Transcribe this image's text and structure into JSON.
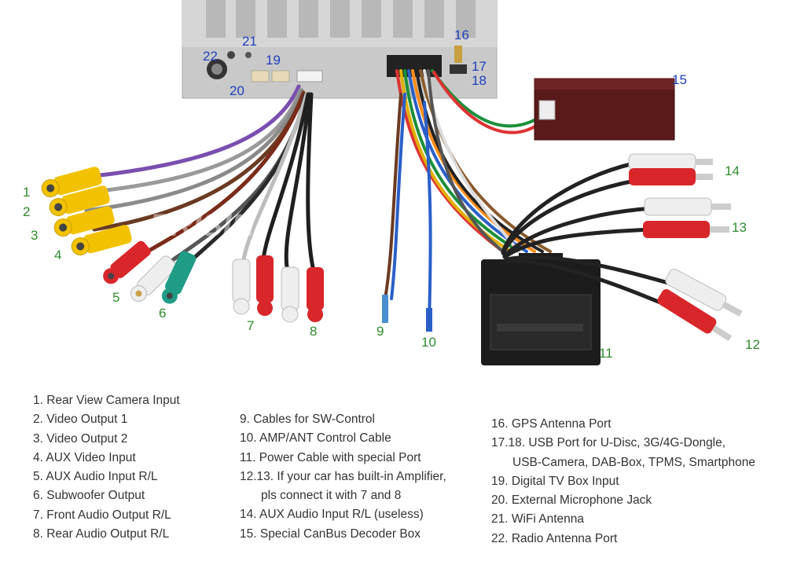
{
  "callouts": {
    "n1": "1",
    "n2": "2",
    "n3": "3",
    "n4": "4",
    "n5": "5",
    "n6": "6",
    "n7": "7",
    "n8": "8",
    "n9": "9",
    "n10": "10",
    "n11": "11",
    "n12": "12",
    "n13": "13",
    "n14": "14",
    "n15": "15",
    "n16": "16",
    "n17": "17",
    "n18": "18",
    "n19": "19",
    "n20": "20",
    "n21": "21",
    "n22": "22"
  },
  "watermark": "ERISIN",
  "legend": {
    "col1": [
      "1. Rear View Camera Input",
      "2. Video Output 1",
      "3. Video Output 2",
      "4. AUX Video Input",
      "5. AUX Audio Input R/L",
      "6. Subwoofer Output",
      "7. Front Audio Output R/L",
      "8. Rear Audio Output R/L"
    ],
    "col2": [
      "9. Cables for SW-Control",
      "10. AMP/ANT Control Cable",
      "11. Power Cable with special Port",
      "12.13. If your car has built-in Amplifier,",
      "pls connect it with 7 and 8",
      "14. AUX Audio Input R/L (useless)",
      "15. Special CanBus Decoder Box"
    ],
    "col3": [
      "16. GPS Antenna Port",
      "17.18.  USB Port for U-Disc, 3G/4G-Dongle,",
      "USB-Camera, DAB-Box, TPMS, Smartphone",
      "19. Digital TV Box Input",
      "20. External Microphone Jack",
      "21. WiFi Antenna",
      "22. Radio Antenna Port"
    ]
  },
  "colors": {
    "yellow_rca": "#f2c200",
    "red_rca": "#d8262a",
    "white_rca": "#eeeeee",
    "teal_rca": "#1e9c86",
    "number_green": "#2e8b2e",
    "number_blue": "#1f3fbf",
    "decoder_box": "#5a1a1a",
    "connector": "#1c1c1c",
    "head_unit": "#c9c9c9"
  }
}
